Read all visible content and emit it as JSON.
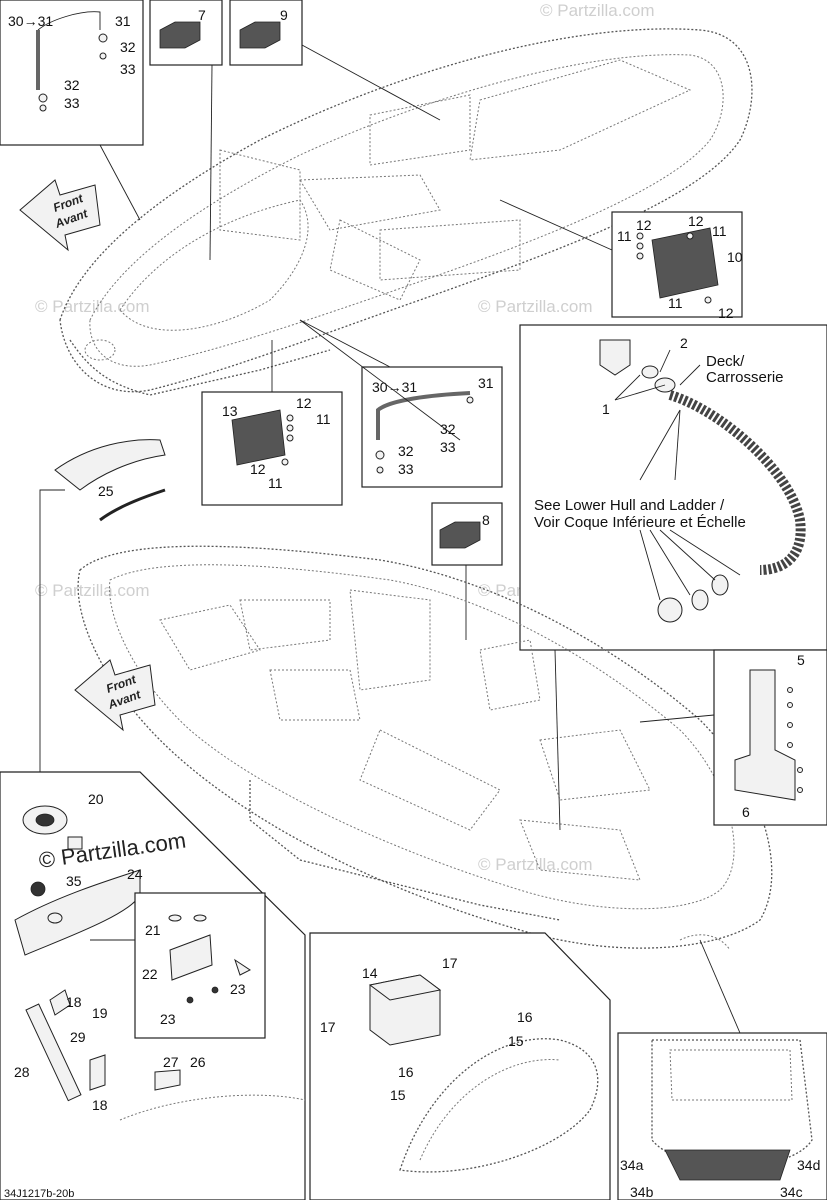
{
  "callouts": {
    "c30_31_top": "30→31",
    "c31_top": "31",
    "c32_top_a": "32",
    "c33_top_a": "33",
    "c32_top_b": "32",
    "c33_top_b": "33",
    "c7": "7",
    "c9": "9",
    "c11_a": "11",
    "c12_a": "12",
    "c12_b": "12",
    "c11_b": "11",
    "c10": "10",
    "c11_c": "11",
    "c12_c": "12",
    "c2": "2",
    "c1": "1",
    "c13": "13",
    "c12_d": "12",
    "c11_d": "11",
    "c12_e": "12",
    "c11_e": "11",
    "c30_31_mid": "30→31",
    "c31_mid": "31",
    "c32_mid": "32",
    "c33_mid": "33",
    "c25": "25",
    "c8": "8",
    "c5": "5",
    "c6": "6",
    "c20": "20",
    "c35": "35",
    "c24": "24",
    "c21": "21",
    "c22": "22",
    "c23_a": "23",
    "c23_b": "23",
    "c18_a": "18",
    "c19": "19",
    "c29": "29",
    "c28": "28",
    "c18_b": "18",
    "c27": "27",
    "c26": "26",
    "c14": "14",
    "c17_a": "17",
    "c16_a": "16",
    "c15_a": "15",
    "c17_b": "17",
    "c16_b": "16",
    "c15_b": "15",
    "c34a": "34a",
    "c34b": "34b",
    "c34c": "34c",
    "c34d": "34d"
  },
  "labels": {
    "deck_en": "Deck/",
    "deck_fr": "Carrosserie",
    "see_lower_en": "See Lower Hull and Ladder /",
    "see_lower_fr": "Voir Coque Inférieure et Échelle",
    "front_top_1": "Front",
    "front_top_2": "Avant",
    "front_mid_1": "Front",
    "front_mid_2": "Avant",
    "figure_code": "34J1217b-20b"
  },
  "watermarks": {
    "main": "© Partzilla.com",
    "faint": "© Partzilla.com"
  },
  "colors": {
    "line": "#222222",
    "watermark": "#cfcfcf"
  }
}
